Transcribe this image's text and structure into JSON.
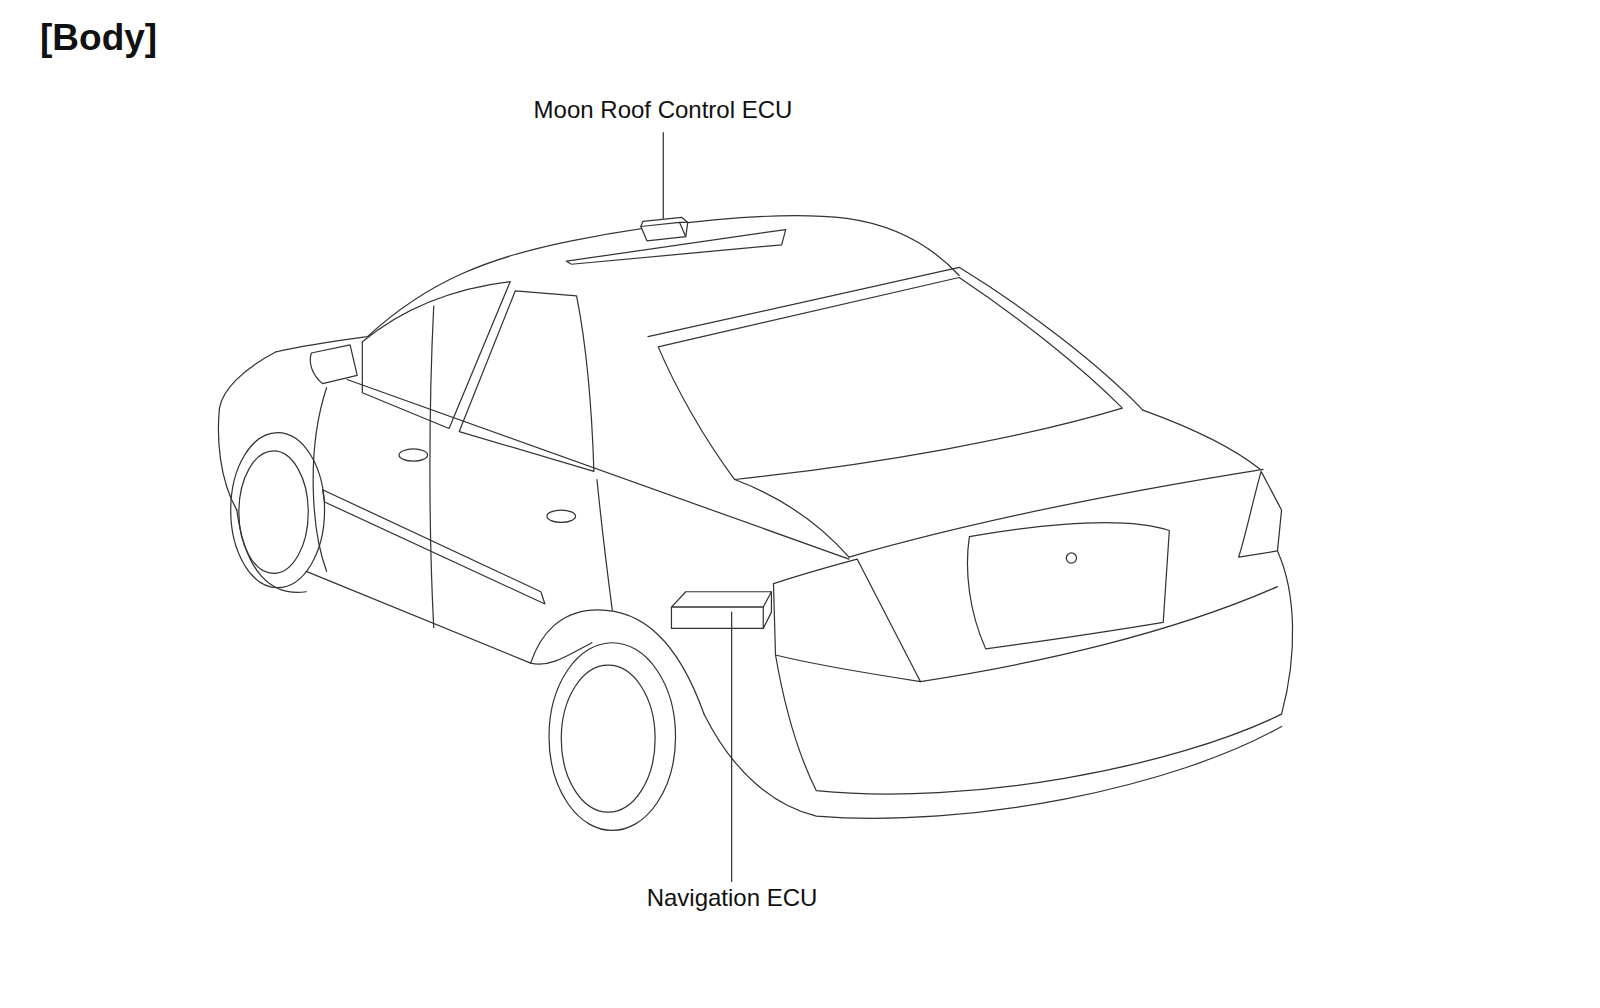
{
  "diagram": {
    "title": "[Body]",
    "labels": [
      "Moon Roof Control ECU",
      "Navigation ECU"
    ]
  }
}
